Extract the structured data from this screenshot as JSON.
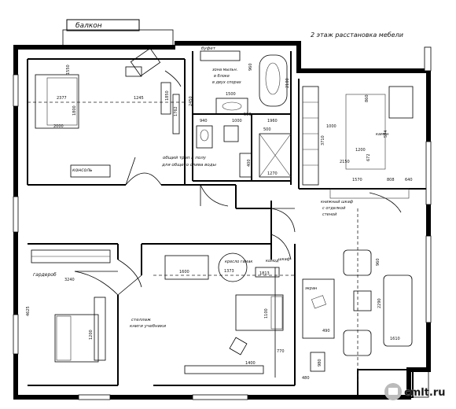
{
  "title": "2 этаж расстановка мебели",
  "balcony_label": "балкон",
  "watermark": "cmlt.ru",
  "labels": {
    "bufet": "буфет",
    "sink_two_bowls": [
      "зона мыльн.",
      "в блоке",
      "в двух спорах"
    ],
    "general_pipe": [
      "общий трап в полу",
      "для общего слива воды"
    ],
    "konsol": "консоль",
    "dressing": "гардероб",
    "stellazh": [
      "стеллаж",
      "книги учебники"
    ],
    "kreslo": "кресло гамак",
    "shkaf_right": "шкаф",
    "komod": "комод",
    "kamin": [
      "камин",
      "бы"
    ],
    "bookshelf": [
      "книжный шкаф",
      "с отделкой",
      "стеной"
    ],
    "ekran": "экран"
  },
  "dims": {
    "d1550": "1550",
    "d2377": "2377",
    "d1245": "1245",
    "d1800": "1800",
    "d2000": "2000",
    "d1850": "1850",
    "d960": "960",
    "d1500": "1500",
    "d1762": "1762",
    "d2450": "2450",
    "d940": "940",
    "d1000a": "1000",
    "d590": "590",
    "d1960": "1960",
    "d500": "500",
    "d1270": "1270",
    "d400": "400",
    "d2100": "2100",
    "d860": "860",
    "d1000b": "1000",
    "d3710": "3710",
    "d574": "574",
    "d1200": "1200",
    "d672": "672",
    "d2150": "2150",
    "d1570": "1570",
    "d808": "808",
    "d640": "640",
    "d3240": "3240",
    "d1600": "1600",
    "d1373": "1373",
    "d1813": "1813",
    "d1100": "1100",
    "d1200b": "1200",
    "d4625": "4625",
    "d490": "490",
    "d960b": "960",
    "d2290": "2290",
    "d1610": "1610",
    "d1400": "1400",
    "d770": "770",
    "d980": "980",
    "d480": "480"
  }
}
